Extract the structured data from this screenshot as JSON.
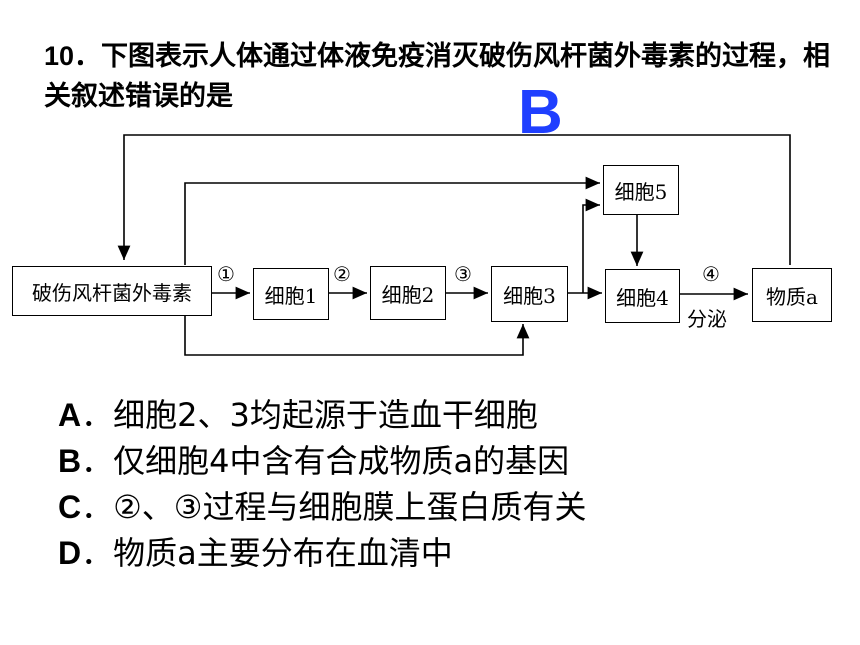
{
  "question": {
    "number": "10",
    "text": "．下图表示人体通过体液免疫消灭破伤风杆菌外毒素的过程，相关叙述错误的是",
    "answer": "B"
  },
  "diagram": {
    "nodes": {
      "toxin": "破伤风杆菌外毒素",
      "cell1": "细胞1",
      "cell2": "细胞2",
      "cell3": "细胞3",
      "cell4": "细胞4",
      "cell5": "细胞5",
      "substance_a": "物质a"
    },
    "steps": {
      "s1": "①",
      "s2": "②",
      "s3": "③",
      "s4": "④"
    },
    "secrete_label": "分泌"
  },
  "options": [
    {
      "letter": "A",
      "text": "．细胞2、3均起源于造血干细胞"
    },
    {
      "letter": "B",
      "text": "．仅细胞4中含有合成物质a的基因"
    },
    {
      "letter": "C",
      "text": "．②、③过程与细胞膜上蛋白质有关"
    },
    {
      "letter": "D",
      "text": "．物质a主要分布在血清中"
    }
  ]
}
